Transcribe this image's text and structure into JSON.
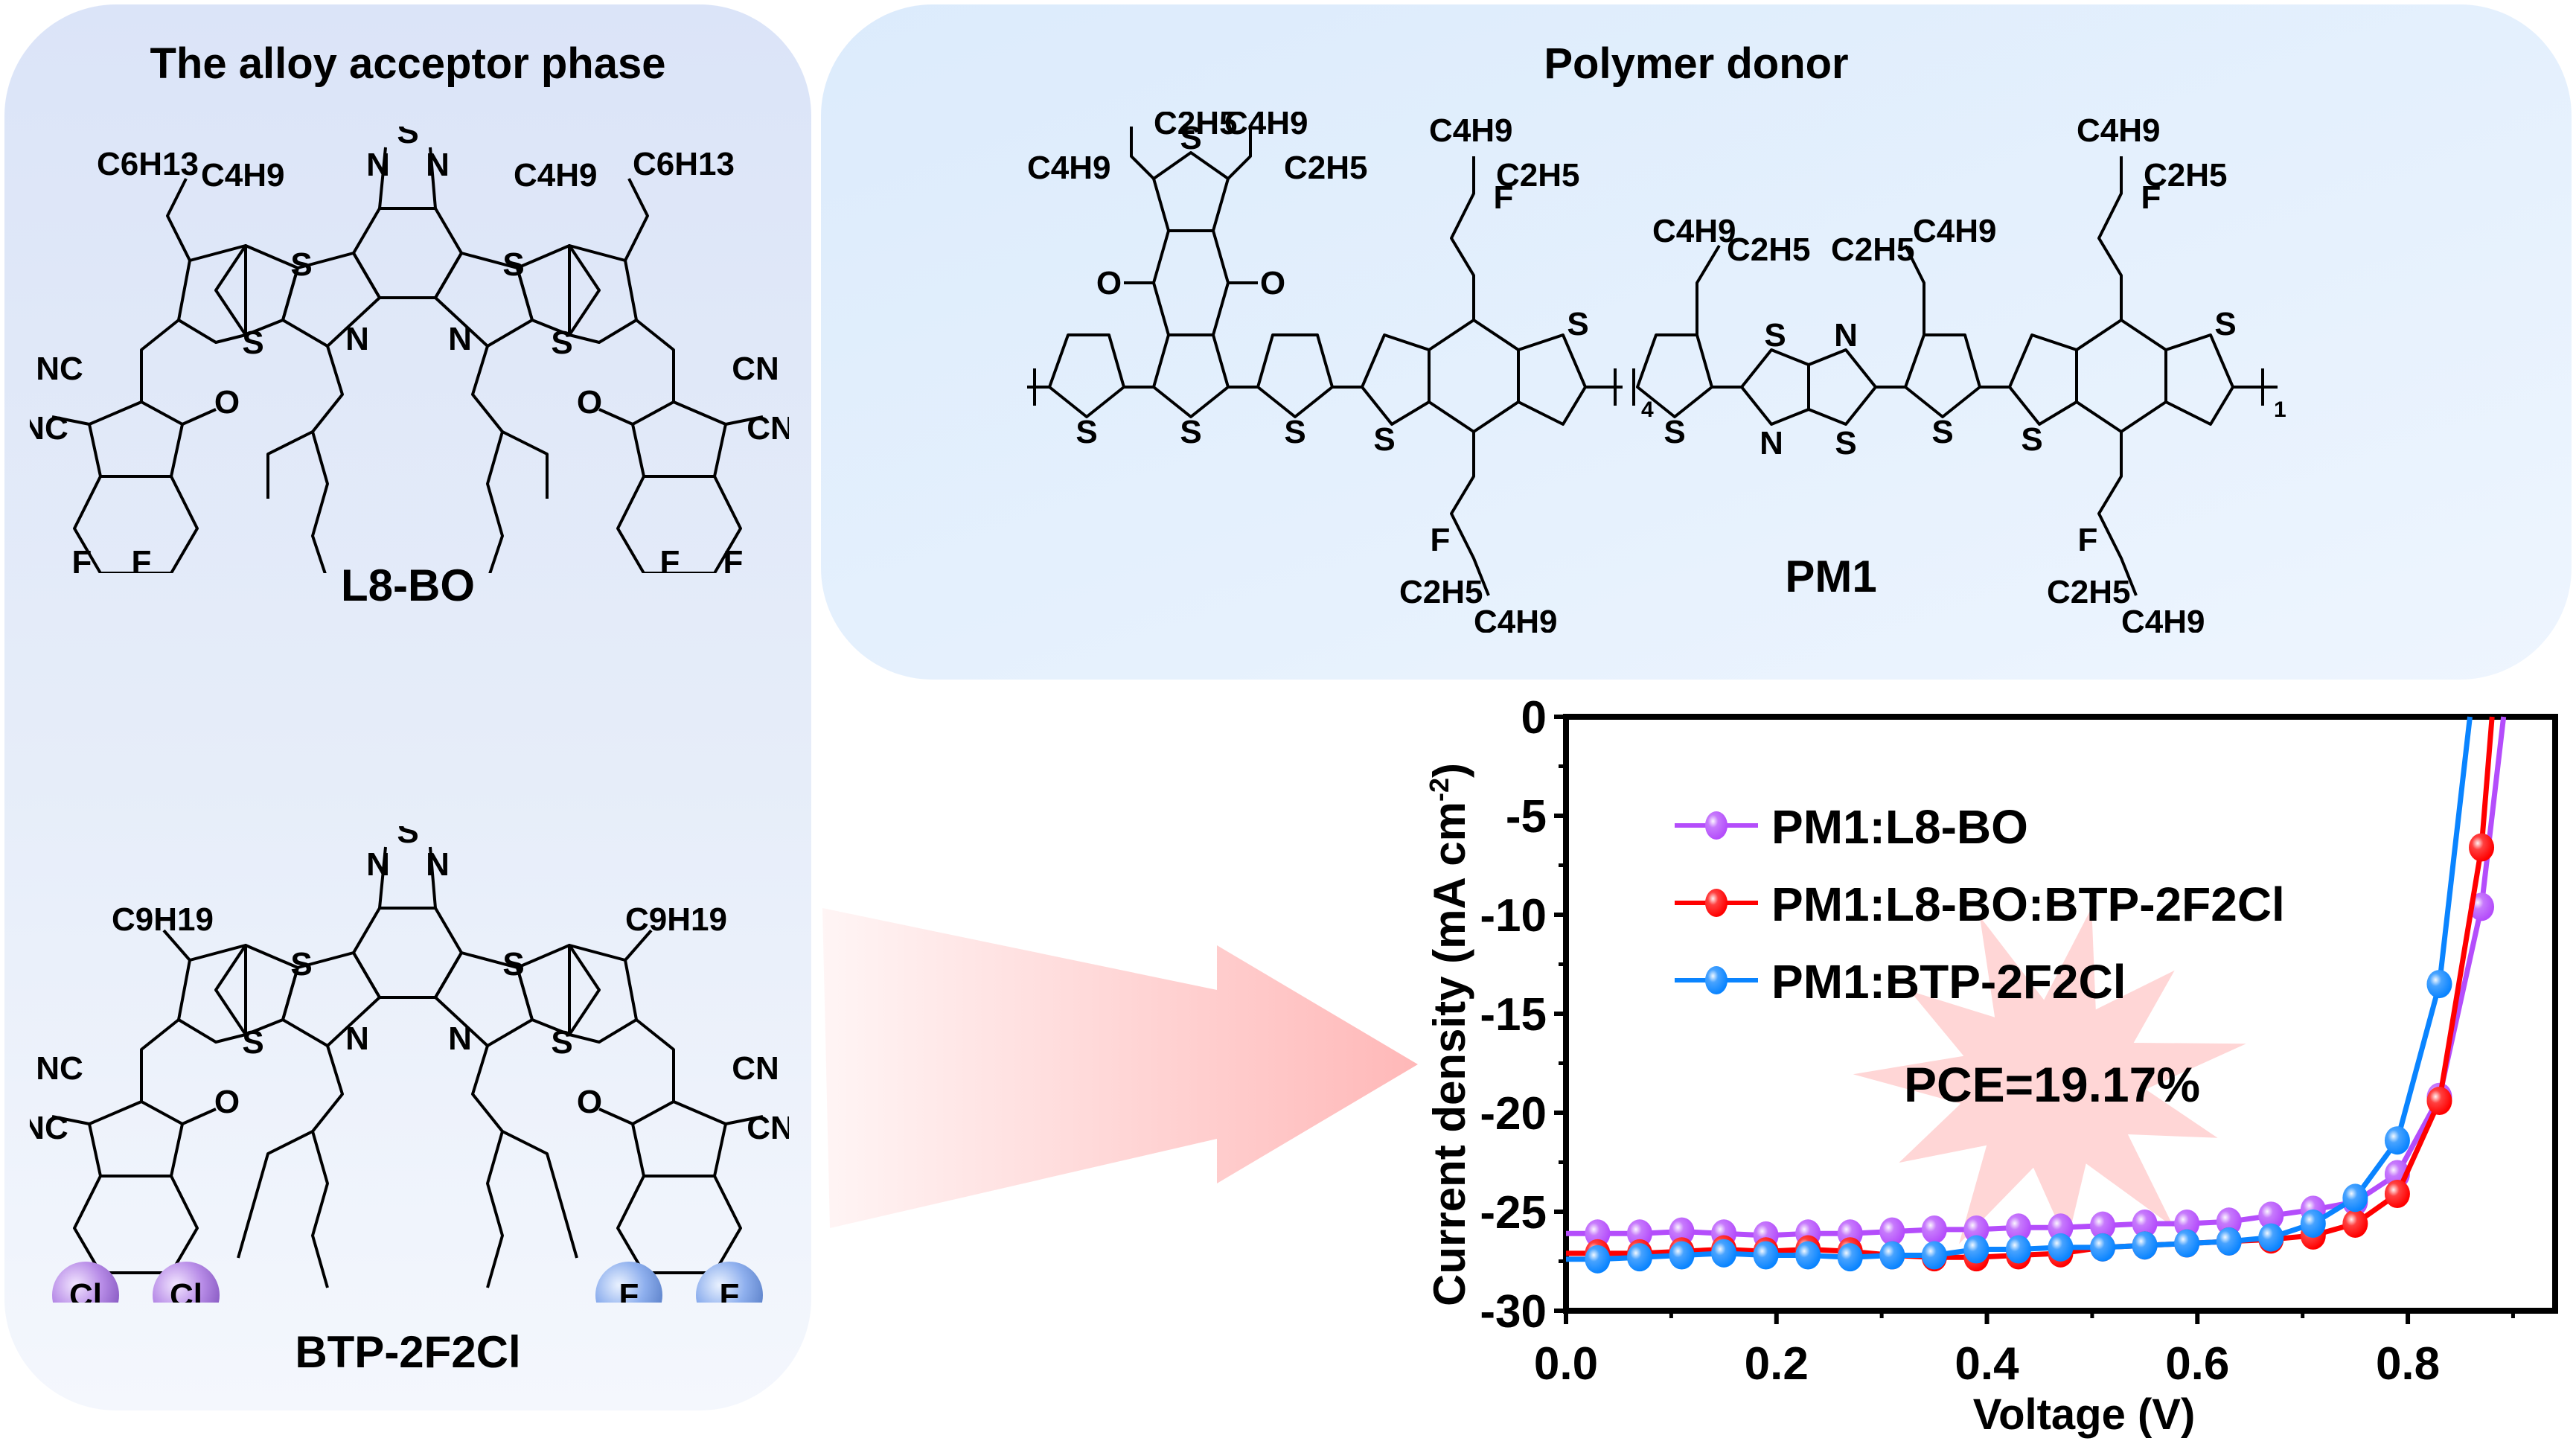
{
  "acceptor_panel": {
    "title": "The alloy acceptor phase",
    "molecules": [
      {
        "name": "L8-BO",
        "atoms": {
          "S": "S",
          "N": "N",
          "NC": "NC",
          "CN": "CN",
          "O": "O",
          "F": "F"
        },
        "side_chains": {
          "branch_a": "C6H13",
          "branch_b": "C4H9"
        },
        "halogens": [
          "F",
          "F",
          "F",
          "F"
        ]
      },
      {
        "name": "BTP-2F2Cl",
        "atoms": {
          "S": "S",
          "N": "N",
          "NC": "NC",
          "CN": "CN",
          "O": "O"
        },
        "side_chains": {
          "alkyl": "C9H19"
        },
        "halogens_left": [
          "Cl",
          "Cl"
        ],
        "halogens_right": [
          "F",
          "F"
        ],
        "halogen_colors": {
          "Cl": "#b070e8",
          "F": "#7ea6ee"
        }
      }
    ]
  },
  "donor_panel": {
    "title": "Polymer donor",
    "molecule": {
      "name": "PM1",
      "repeat_units": [
        "4",
        "1"
      ],
      "side_chains": [
        "C4H9",
        "C2H5"
      ],
      "atoms": {
        "S": "S",
        "N": "N",
        "O": "O",
        "F": "F"
      }
    }
  },
  "annotation": {
    "pce_label": "PCE=19.17%",
    "starburst_color": "#ffd6d6",
    "arrow_color": "#ffb8b8"
  },
  "chart_data": {
    "type": "line",
    "title": "",
    "xlabel": "Voltage (V)",
    "ylabel": "Current density (mA cm",
    "ylabel_sup": "-2",
    "ylabel_end": ")",
    "xlim": [
      0.0,
      0.94
    ],
    "ylim": [
      -30,
      0
    ],
    "xticks": [
      0.0,
      0.2,
      0.4,
      0.6,
      0.8
    ],
    "xtick_labels": [
      "0.0",
      "0.2",
      "0.4",
      "0.6",
      "0.8"
    ],
    "yticks": [
      0,
      -5,
      -10,
      -15,
      -20,
      -25,
      -30
    ],
    "ytick_labels": [
      "0",
      "-5",
      "-10",
      "-15",
      "-20",
      "-25",
      "-30"
    ],
    "grid": false,
    "legend_position": "top-left",
    "series": [
      {
        "name": "PM1:L8-BO",
        "color": "#b44dfb",
        "x": [
          0.03,
          0.07,
          0.11,
          0.15,
          0.19,
          0.23,
          0.27,
          0.31,
          0.35,
          0.39,
          0.43,
          0.47,
          0.51,
          0.55,
          0.59,
          0.63,
          0.67,
          0.71,
          0.75,
          0.79,
          0.83,
          0.87
        ],
        "y": [
          -26.1,
          -26.1,
          -26.0,
          -26.1,
          -26.2,
          -26.1,
          -26.1,
          -26.0,
          -25.9,
          -25.9,
          -25.8,
          -25.8,
          -25.7,
          -25.6,
          -25.6,
          -25.5,
          -25.2,
          -24.9,
          -24.5,
          -23.1,
          -19.2,
          -9.6
        ],
        "voc": 0.891
      },
      {
        "name": "PM1:L8-BO:BTP-2F2Cl",
        "color": "#ff0000",
        "x": [
          0.03,
          0.07,
          0.11,
          0.15,
          0.19,
          0.23,
          0.27,
          0.31,
          0.35,
          0.39,
          0.43,
          0.47,
          0.51,
          0.55,
          0.59,
          0.63,
          0.67,
          0.71,
          0.75,
          0.79,
          0.83,
          0.87
        ],
        "y": [
          -27.1,
          -27.1,
          -27.0,
          -26.9,
          -27.0,
          -26.9,
          -27.0,
          -27.2,
          -27.3,
          -27.3,
          -27.2,
          -27.1,
          -26.8,
          -26.7,
          -26.6,
          -26.5,
          -26.4,
          -26.2,
          -25.6,
          -24.1,
          -19.4,
          -6.6
        ],
        "voc": 0.88
      },
      {
        "name": "PM1:BTP-2F2Cl",
        "color": "#0a84ff",
        "x": [
          0.03,
          0.07,
          0.11,
          0.15,
          0.19,
          0.23,
          0.27,
          0.31,
          0.35,
          0.39,
          0.43,
          0.47,
          0.51,
          0.55,
          0.59,
          0.63,
          0.67,
          0.71,
          0.75,
          0.79,
          0.83
        ],
        "y": [
          -27.4,
          -27.3,
          -27.2,
          -27.1,
          -27.2,
          -27.2,
          -27.3,
          -27.2,
          -27.2,
          -26.9,
          -26.9,
          -26.8,
          -26.8,
          -26.7,
          -26.6,
          -26.5,
          -26.3,
          -25.6,
          -24.3,
          -21.4,
          -13.5
        ],
        "voc": 0.859
      }
    ],
    "annotations": [
      "PCE=19.17%"
    ]
  }
}
